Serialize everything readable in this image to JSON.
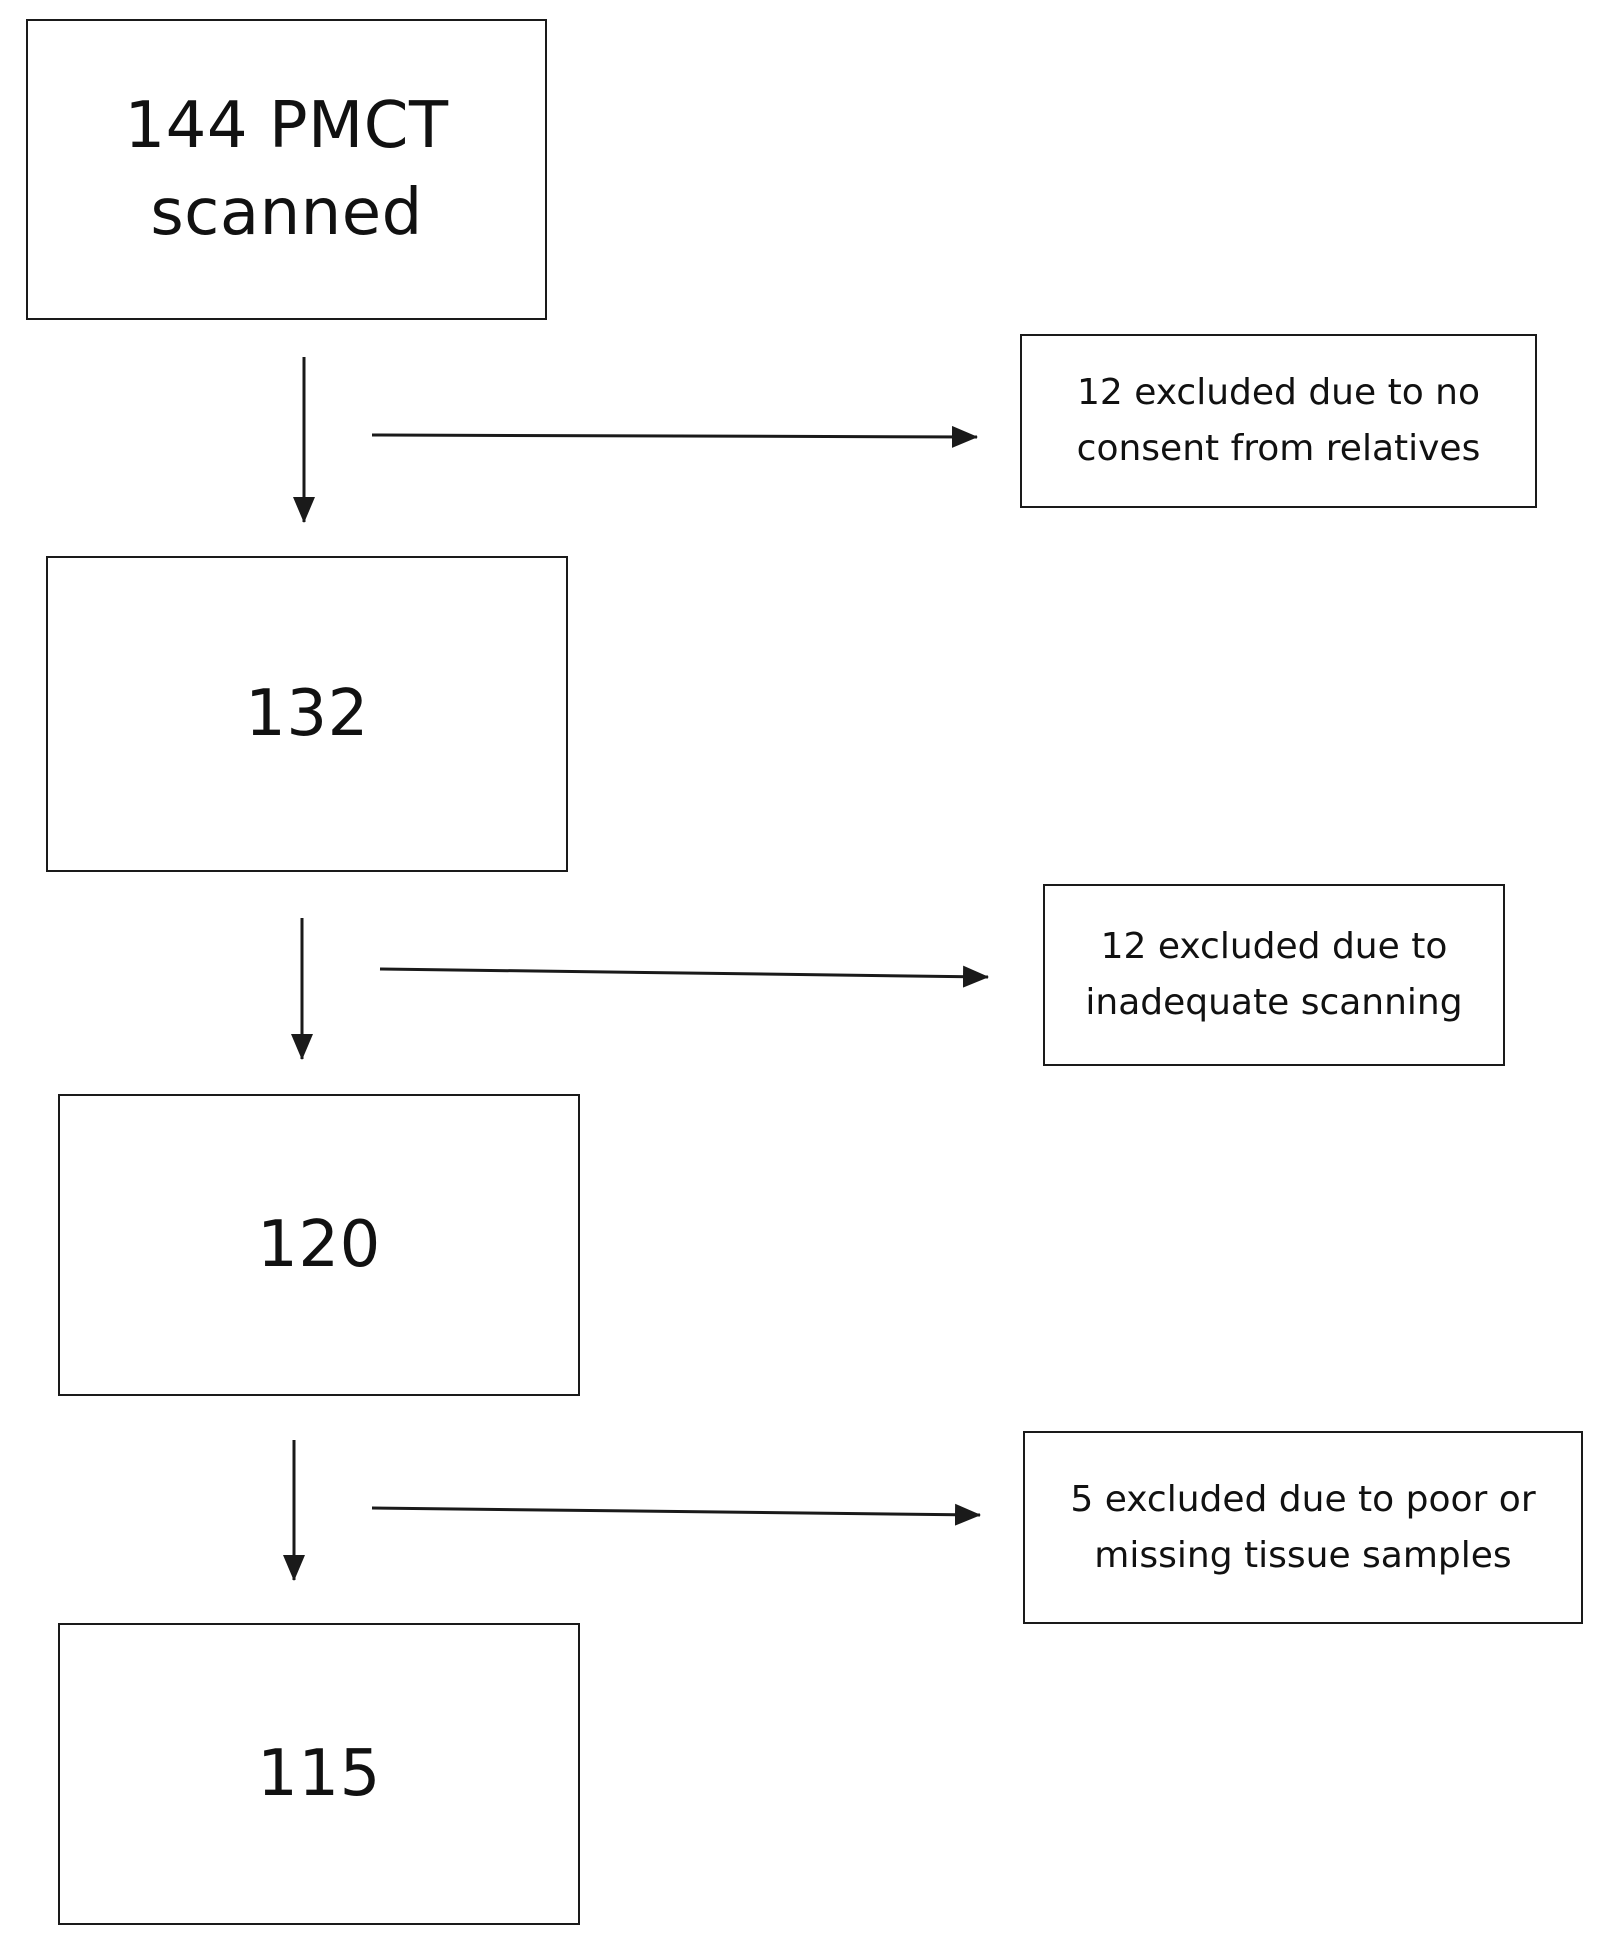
{
  "flow": {
    "steps": [
      {
        "lines": [
          "144 PMCT",
          "scanned"
        ]
      },
      {
        "lines": [
          "132"
        ]
      },
      {
        "lines": [
          "120"
        ]
      },
      {
        "lines": [
          "115"
        ]
      }
    ],
    "exclusions": [
      {
        "lines": [
          "12 excluded due to no",
          "consent from relatives"
        ]
      },
      {
        "lines": [
          "12 excluded due to",
          "inadequate scanning"
        ]
      },
      {
        "lines": [
          "5 excluded due to poor or",
          "missing tissue samples"
        ]
      }
    ]
  },
  "colors": {
    "stroke": "#1a1a1a",
    "background": "#ffffff"
  }
}
